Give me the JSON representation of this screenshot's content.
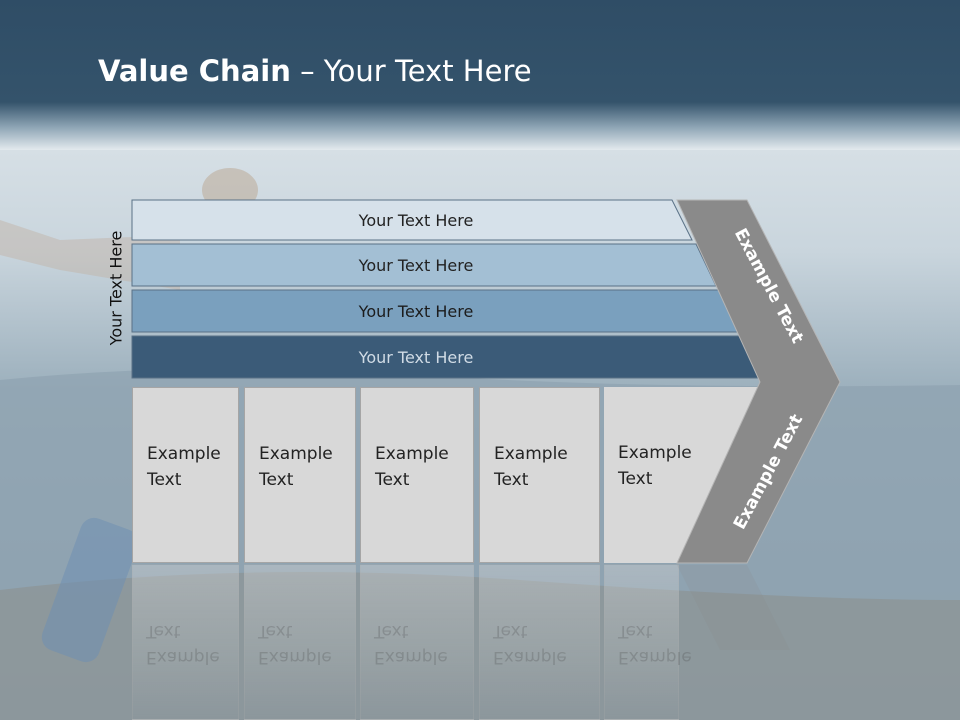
{
  "slide": {
    "title_bold": "Value Chain",
    "title_rest": " – Your Text Here",
    "side_label": "Your Text Here"
  },
  "rows": [
    {
      "label": "Your Text Here",
      "color": "#d6e1ea",
      "text_color": "#222222"
    },
    {
      "label": "Your Text Here",
      "color": "#a3bfd4",
      "text_color": "#222222"
    },
    {
      "label": "Your Text Here",
      "color": "#7aa0be",
      "text_color": "#1c1c1c"
    },
    {
      "label": "Your Text Here",
      "color": "#3b5b78",
      "text_color": "#d0dbe5"
    }
  ],
  "boxes": [
    {
      "line1": "Example",
      "line2": "Text"
    },
    {
      "line1": "Example",
      "line2": "Text"
    },
    {
      "line1": "Example",
      "line2": "Text"
    },
    {
      "line1": "Example",
      "line2": "Text"
    },
    {
      "line1": "Example",
      "line2": "Text"
    }
  ],
  "chevron": {
    "top_label": "Example Text",
    "bottom_label": "Example Text",
    "color": "#8a8a8a"
  }
}
